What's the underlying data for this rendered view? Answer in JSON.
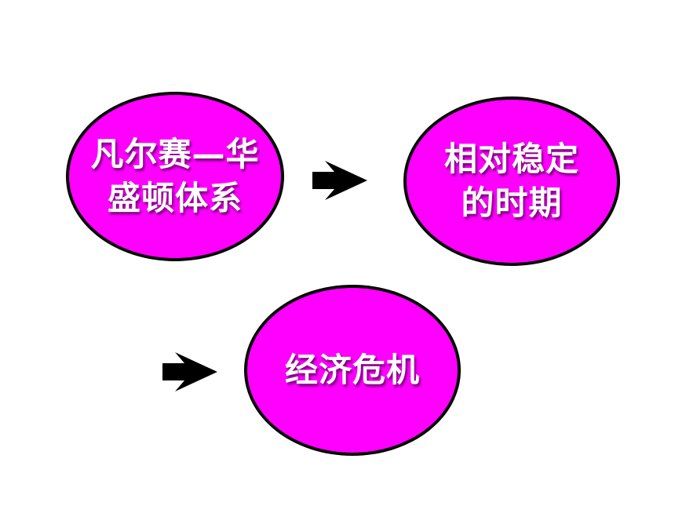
{
  "colors": {
    "node_fill": "#ff00ff",
    "node_stroke": "#000000",
    "node_text": "#ffffff",
    "arrow": "#000000"
  },
  "nodes": [
    {
      "lines": [
        "凡尔赛—华",
        "盛顿体系"
      ]
    },
    {
      "lines": [
        "相对稳定",
        "的时期"
      ]
    },
    {
      "lines": [
        "经济危机"
      ]
    }
  ],
  "arrows": [
    {
      "direction": "right"
    },
    {
      "direction": "right"
    }
  ]
}
